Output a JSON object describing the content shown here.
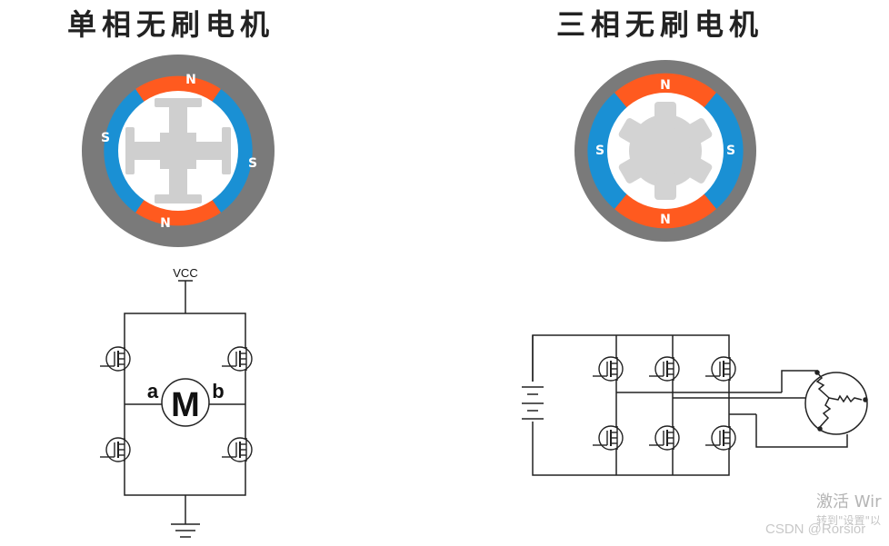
{
  "titles": {
    "left": "单相无刷电机",
    "right": "三相无刷电机"
  },
  "left_motor": {
    "magnets": [
      "N",
      "S",
      "N",
      "S"
    ]
  },
  "right_motor": {
    "magnets": [
      "N",
      "S",
      "S",
      "N"
    ]
  },
  "left_circuit": {
    "vcc_label": "VCC",
    "motor_label": "M",
    "terminal_a": "a",
    "terminal_b": "b"
  },
  "watermark": {
    "activate": "激活 Wir",
    "settings": "转到\"设置\"以",
    "csdn": "CSDN @Rorsior"
  },
  "colors": {
    "stator": "#7a7a7a",
    "red_magnet": "#ff5a1f",
    "blue_magnet": "#1a90d4",
    "rotor": "#cfcfcf",
    "white": "#ffffff"
  }
}
